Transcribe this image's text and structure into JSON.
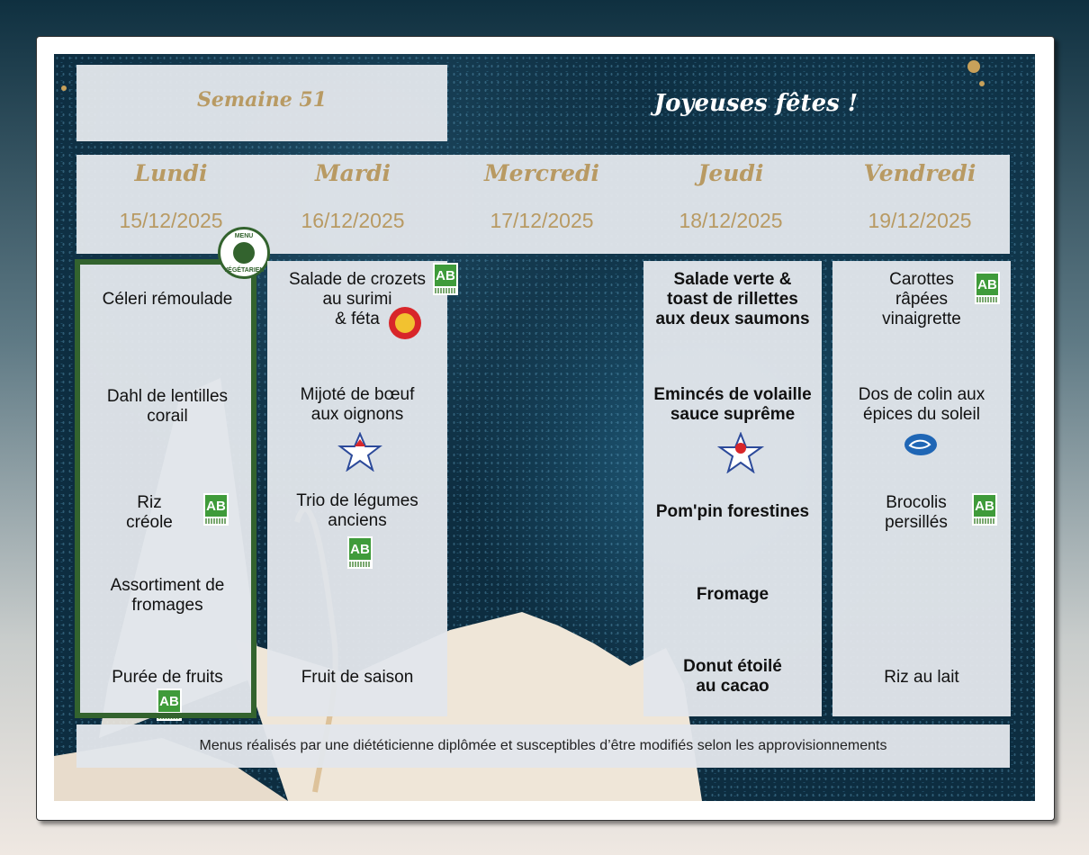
{
  "header": {
    "week": "Semaine 51",
    "greeting": "Joyeuses fêtes !"
  },
  "days": [
    {
      "name": "Lundi",
      "date": "15/12/2025"
    },
    {
      "name": "Mardi",
      "date": "16/12/2025"
    },
    {
      "name": "Mercredi",
      "date": "17/12/2025"
    },
    {
      "name": "Jeudi",
      "date": "18/12/2025"
    },
    {
      "name": "Vendredi",
      "date": "19/12/2025"
    }
  ],
  "menus": {
    "lundi": {
      "badge_top": "MENU",
      "badge_bottom": "VÉGÉTARIEN",
      "starter": "Céleri rémoulade",
      "main_1": "Dahl de lentilles",
      "main_2": "corail",
      "side_1": "Riz",
      "side_2": "créole",
      "cheese_1": "Assortiment de",
      "cheese_2": "fromages",
      "dessert": "Purée de fruits"
    },
    "mardi": {
      "starter_1": "Salade de crozets",
      "starter_2": "au surimi",
      "starter_3": "& féta",
      "main_1": "Mijoté de bœuf",
      "main_2": "aux oignons",
      "side_1": "Trio de légumes",
      "side_2": "anciens",
      "dessert": "Fruit de saison"
    },
    "jeudi": {
      "starter_1": "Salade verte &",
      "starter_2": "toast de rillettes",
      "starter_3": "aux deux saumons",
      "main_1": "Emincés de volaille",
      "main_2": "sauce suprême",
      "side": "Pom'pin forestines",
      "cheese": "Fromage",
      "dessert_1": "Donut étoilé",
      "dessert_2": "au cacao"
    },
    "vendredi": {
      "starter_1": "Carottes",
      "starter_2": "râpées",
      "starter_3": "vinaigrette",
      "main_1": "Dos de colin aux",
      "main_2": "épices du soleil",
      "side_1": "Brocolis",
      "side_2": "persillés",
      "dessert": "Riz au lait"
    }
  },
  "labels": {
    "ab": "AB"
  },
  "footer": "Menus réalisés par une diététicienne diplômée et susceptibles d’être modifiés selon les approvisionnements"
}
